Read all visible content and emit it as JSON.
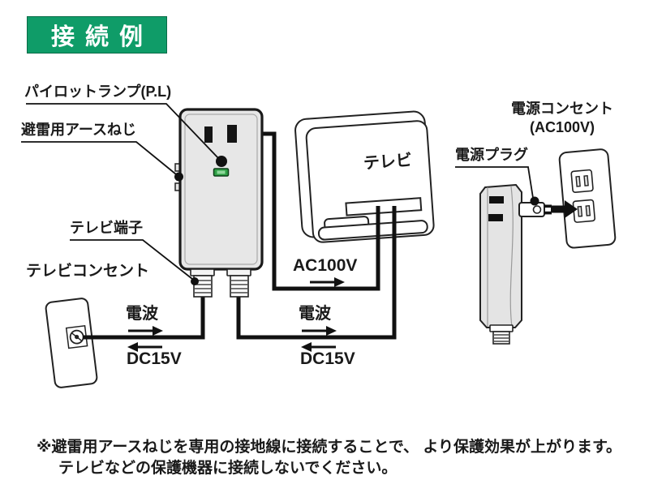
{
  "header": {
    "title": "接続例"
  },
  "device": {
    "pilot_lamp_label": "パイロットランプ(P.L)",
    "earth_screw_label": "避雷用アースねじ",
    "tv_terminal_label": "テレビ端子"
  },
  "tv": {
    "label": "テレビ"
  },
  "wall": {
    "tv_outlet_label": "テレビコンセント",
    "power_outlet_label_line1": "電源コンセント",
    "power_outlet_label_line2": "(AC100V)",
    "power_plug_label": "電源プラグ"
  },
  "signals": {
    "ac_power": "AC100V",
    "radio_wave_left": "電波",
    "radio_wave_right": "電波",
    "dc_power_left": "DC15V",
    "dc_power_right": "DC15V"
  },
  "note": {
    "line1": "※避雷用アースねじを専用の接地線に接続することで、 より保護効果が上がります。",
    "line2": "テレビなどの保護機器に接続しないでください。"
  },
  "colors": {
    "header_green": "#0f9c68",
    "led_green": "#2fa046",
    "line_black": "#1a1a1a",
    "device_gray": "#e7e7e7"
  }
}
